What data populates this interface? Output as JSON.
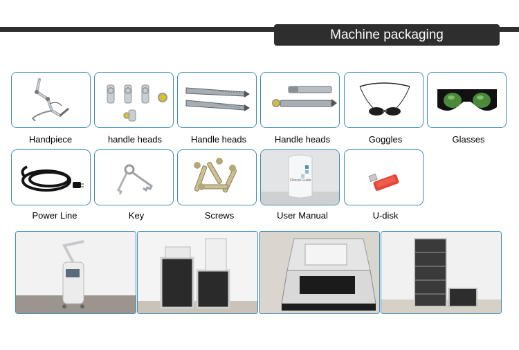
{
  "title": "Machine packaging",
  "items": [
    {
      "label": "Handpiece",
      "icon": "handpiece-icon"
    },
    {
      "label": "handle heads",
      "icon": "handle-heads-icon"
    },
    {
      "label": "Handle heads",
      "icon": "handle-heads-icon"
    },
    {
      "label": "Handle heads",
      "icon": "handle-heads-icon"
    },
    {
      "label": "Goggles",
      "icon": "goggles-icon"
    },
    {
      "label": "Glasses",
      "icon": "glasses-icon"
    },
    {
      "label": "Power Line",
      "icon": "power-cord-icon"
    },
    {
      "label": "Key",
      "icon": "key-icon"
    },
    {
      "label": "Screws",
      "icon": "screws-icon"
    },
    {
      "label": "User Manual",
      "icon": "manual-icon",
      "cover_text": "Clinical Guide"
    },
    {
      "label": "U-disk",
      "icon": "usb-disk-icon"
    }
  ],
  "photos": [
    {
      "icon": "laser-machine-photo"
    },
    {
      "icon": "machine-cases-photo"
    },
    {
      "icon": "open-case-photo"
    },
    {
      "icon": "packed-cases-photo"
    }
  ],
  "colors": {
    "accent": "#3f8db5",
    "bar": "#2f2f2f"
  }
}
